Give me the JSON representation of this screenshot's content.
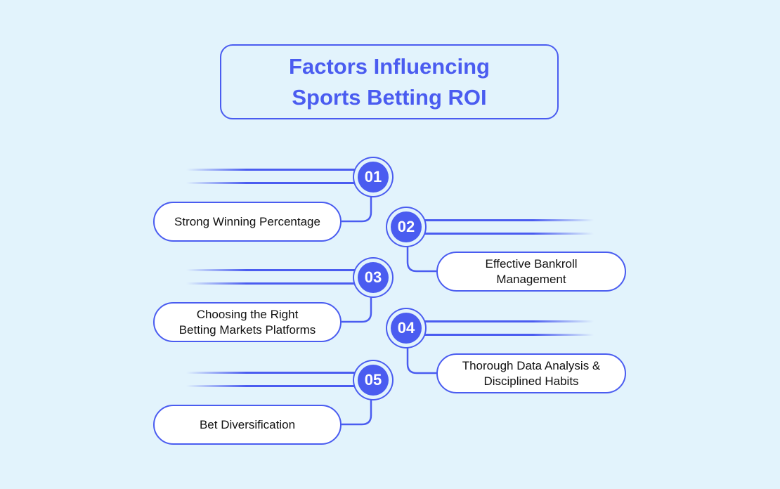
{
  "title": {
    "line1": "Factors Influencing",
    "line2": "Sports Betting ROI"
  },
  "colors": {
    "background": "#e2f3fc",
    "accent": "#4a5cf0",
    "pill_fill": "#ffffff",
    "text": "#111111"
  },
  "factors": [
    {
      "number": "01",
      "line1": "Strong Winning Percentage",
      "line2": ""
    },
    {
      "number": "02",
      "line1": "Effective Bankroll",
      "line2": "Management"
    },
    {
      "number": "03",
      "line1": "Choosing the Right",
      "line2": "Betting Markets Platforms"
    },
    {
      "number": "04",
      "line1": "Thorough Data Analysis &",
      "line2": "Disciplined Habits"
    },
    {
      "number": "05",
      "line1": "Bet Diversification",
      "line2": ""
    }
  ]
}
